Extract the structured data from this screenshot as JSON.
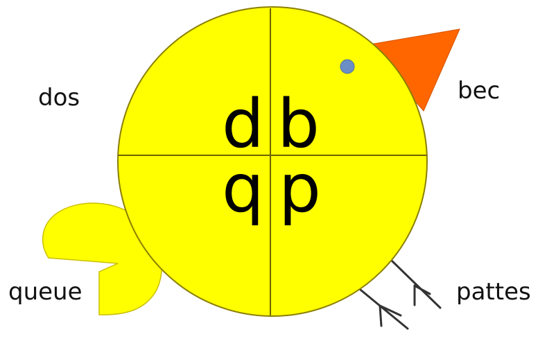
{
  "labels": {
    "dos": "dos",
    "bec": "bec",
    "queue": "queue",
    "pattes": "pattes"
  },
  "letters": {
    "top_left": "d",
    "top_right": "b",
    "bottom_left": "q",
    "bottom_right": "p"
  },
  "colors": {
    "body": "#ffff00",
    "beak": "#ff6600",
    "eye": "#6b8fc4",
    "outline": "#8a7f00",
    "legs": "#333333",
    "text": "#111111"
  }
}
